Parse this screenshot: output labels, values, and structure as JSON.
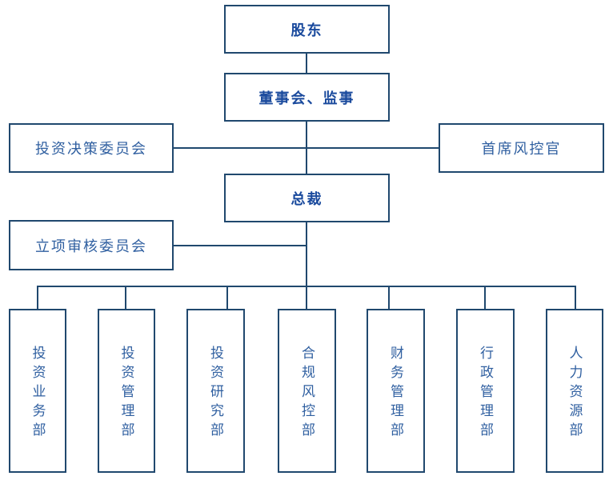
{
  "chart": {
    "type": "org-chart",
    "nodes": {
      "shareholder": "股东",
      "board": "董事会、监事",
      "investment_decision_committee": "投资决策委员会",
      "chief_risk_officer": "首席风控官",
      "president": "总裁",
      "project_review_committee": "立项审核委员会",
      "departments": [
        "投资业务部",
        "投资管理部",
        "投资研究部",
        "合规风控部",
        "财务管理部",
        "行政管理部",
        "人力资源部"
      ]
    },
    "colors": {
      "border": "#20486e",
      "title_text": "#1a4a9d",
      "text": "#2f5fa0",
      "background": "#ffffff"
    }
  }
}
